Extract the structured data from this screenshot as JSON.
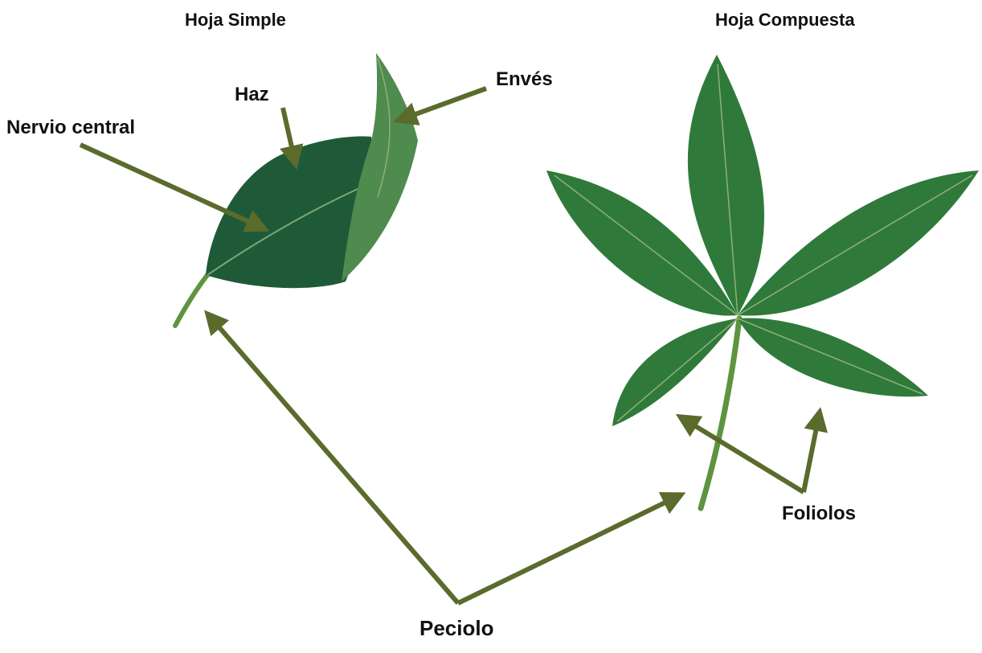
{
  "titles": {
    "simple": "Hoja Simple",
    "compound": "Hoja Compuesta"
  },
  "labels": {
    "enves": "Envés",
    "haz": "Haz",
    "nervio_central": "Nervio central",
    "foliolos": "Foliolos",
    "peciolo": "Peciolo"
  },
  "colors": {
    "arrow": "#5a6b2c",
    "leaf_dark": "#1f5a38",
    "leaf_light": "#4f8a4e",
    "compound_leaf": "#2f7a3a",
    "vein": "#8fb078"
  }
}
